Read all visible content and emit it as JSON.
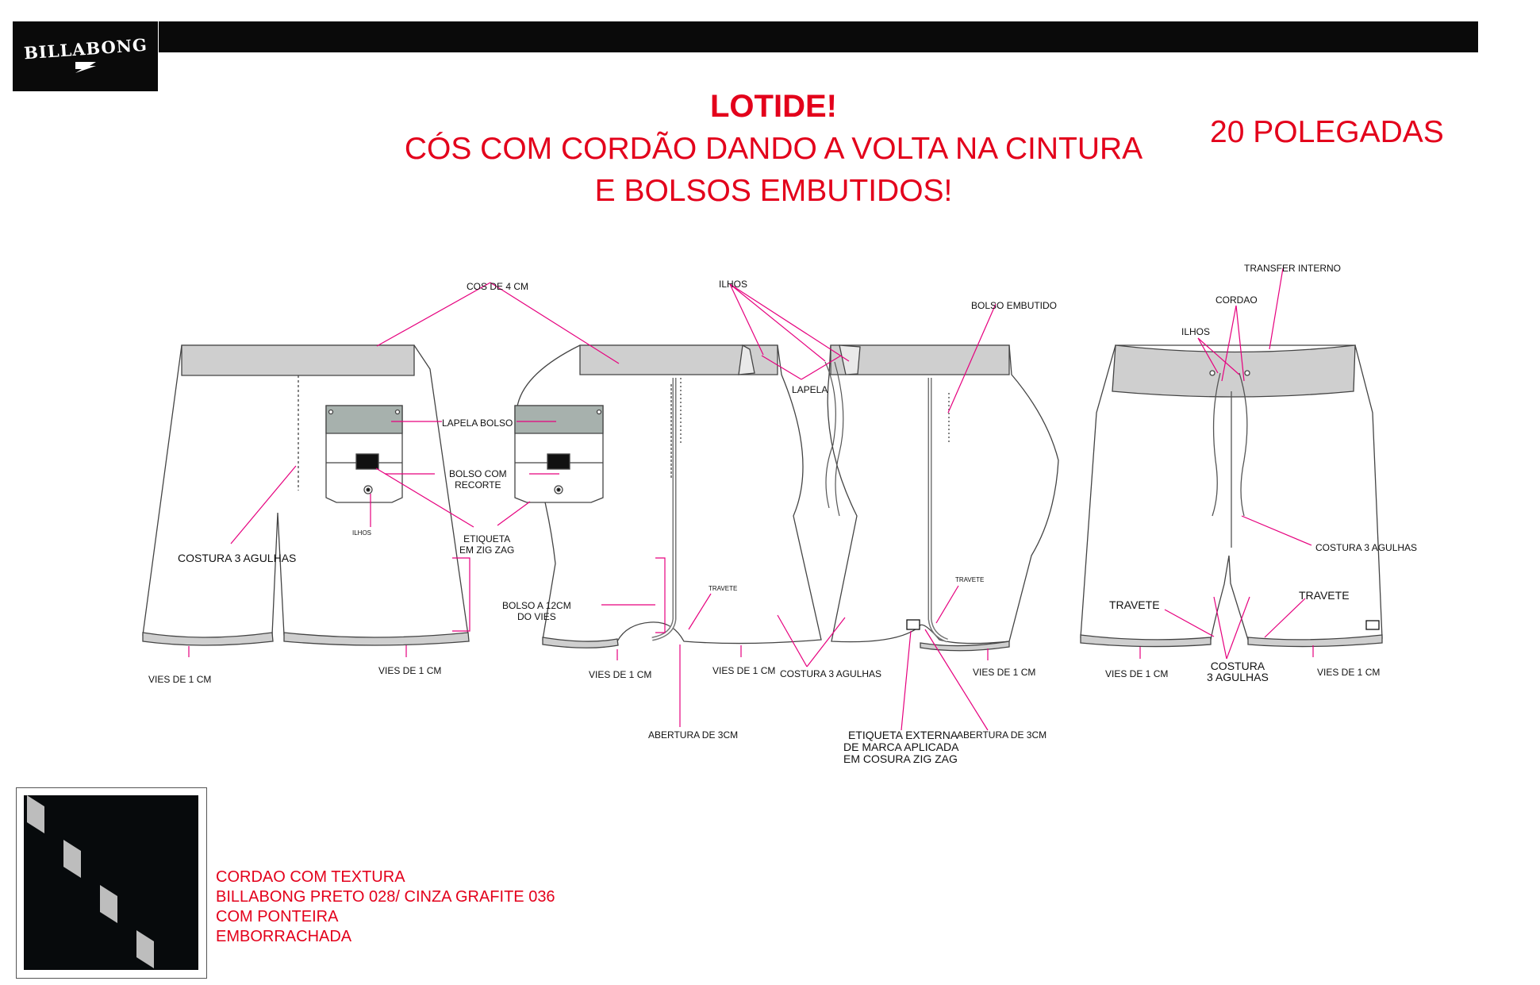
{
  "brand": {
    "logo_text": "BILLABONG"
  },
  "headline": {
    "line1": "LOTIDE!",
    "line2": "CÓS COM CORDÃO DANDO A VOLTA NA CINTURA",
    "line3": "E BOLSOS EMBUTIDOS!"
  },
  "size_label": "20 POLEGADAS",
  "labels": {
    "cos": "COS DE 4 CM",
    "ilhos_top": "ILHOS",
    "bolso_embutido": "BOLSO EMBUTIDO",
    "transfer": "TRANSFER INTERNO",
    "cordao": "CORDAO",
    "ilhos_right": "ILHOS",
    "lapela_bolso": "LAPELA BOLSO",
    "lapela": "LAPELA",
    "bolso_recorte_1": "BOLSO COM",
    "bolso_recorte_2": "RECORTE",
    "ilhos_small": "ILHOS",
    "etiqueta_1": "ETIQUETA",
    "etiqueta_2": "EM ZIG ZAG",
    "costura_back": "COSTURA 3 AGULHAS",
    "costura_right": "COSTURA 3 AGULHAS",
    "bolso_12_1": "BOLSO A 12CM",
    "bolso_12_2": "DO VIES",
    "travete_small_1": "TRAVETE",
    "travete_small_2": "TRAVETE",
    "travete_left": "TRAVETE",
    "travete_right": "TRAVETE",
    "vies_1": "VIES DE 1 CM",
    "vies_2": "VIES DE 1 CM",
    "vies_3": "VIES DE 1 CM",
    "vies_4": "VIES DE 1 CM",
    "vies_5": "VIES DE 1 CM",
    "vies_6": "VIES DE 1 CM",
    "vies_7": "VIES DE 1 CM",
    "costura_mid": "COSTURA 3 AGULHAS",
    "costura_front_1": "COSTURA",
    "costura_front_2": "3 AGULHAS",
    "abertura_1": "ABERTURA DE 3CM",
    "abertura_2": "ABERTURA DE 3CM",
    "etiq_ext_1": "ETIQUETA EXTERNA",
    "etiq_ext_2": "DE MARCA APLICADA",
    "etiq_ext_3": "EM COSURA ZIG ZAG"
  },
  "cord_spec": {
    "line1": "CORDAO COM TEXTURA",
    "line2": "BILLABONG PRETO 028/ CINZA GRAFITE 036",
    "line3": "COM PONTEIRA",
    "line4": "EMBORRACHADA"
  },
  "colors": {
    "accent_red": "#e3001b",
    "leader_magenta": "#e6007e",
    "waistband_gray": "#cfcfcf",
    "flap_gray": "#a7b1ad",
    "black": "#0a0a0a"
  }
}
